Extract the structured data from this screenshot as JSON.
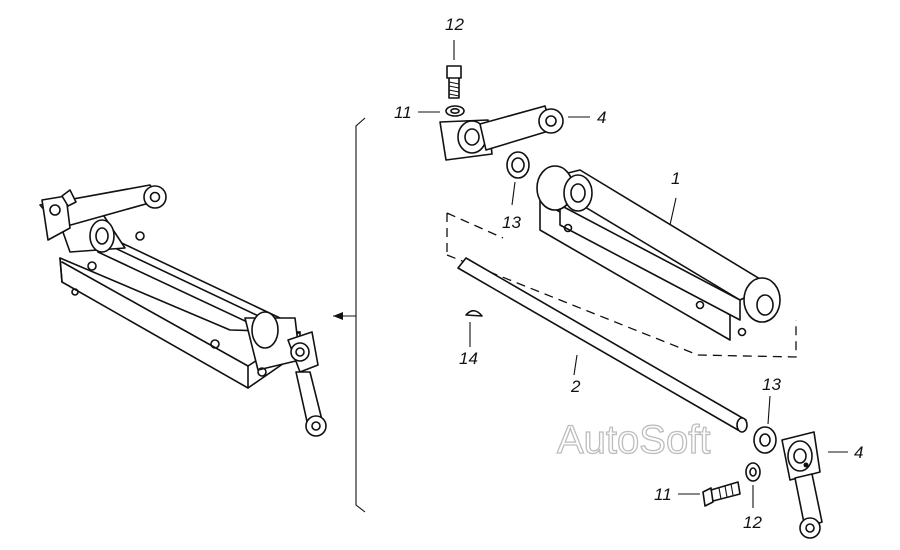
{
  "watermark": "AutoSoft",
  "callouts": {
    "bolt_top": "12",
    "washer_top": "11",
    "lever_top": "4",
    "washer_ring_top": "13",
    "bracket": "1",
    "key": "14",
    "shaft": "2",
    "washer_ring_bottom": "13",
    "lever_bottom": "4",
    "bolt_bottom": "11",
    "washer_bottom": "12"
  },
  "colors": {
    "line": "#111111",
    "background": "#ffffff",
    "watermark": "#bdbdbd"
  }
}
